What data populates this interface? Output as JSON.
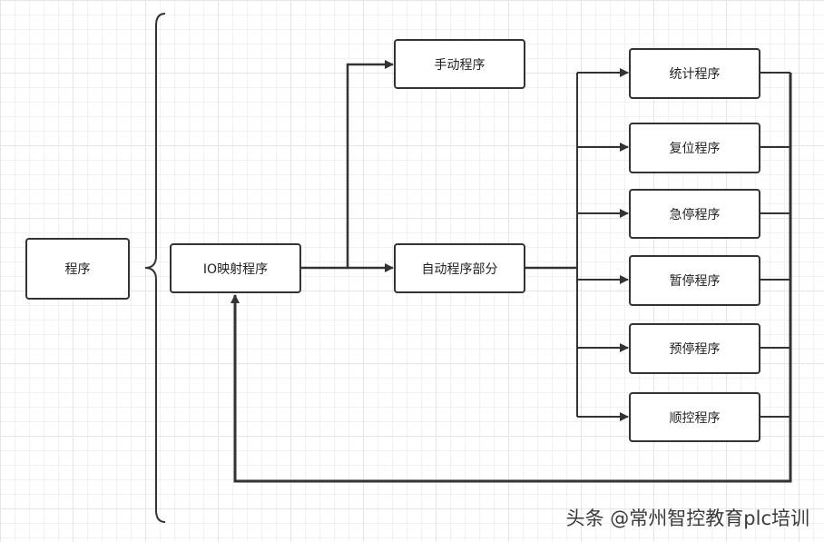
{
  "nodes": {
    "root": "程序",
    "io_mapping": "IO映射程序",
    "manual": "手动程序",
    "auto": "自动程序部分",
    "stats": "统计程序",
    "reset": "复位程序",
    "emergency_stop": "急停程序",
    "pause": "暂停程序",
    "pre_stop": "预停程序",
    "sequence": "顺控程序"
  },
  "watermark": "头条 @常州智控教育plc培训",
  "colors": {
    "stroke": "#333333",
    "grid": "#e5e5e5"
  }
}
